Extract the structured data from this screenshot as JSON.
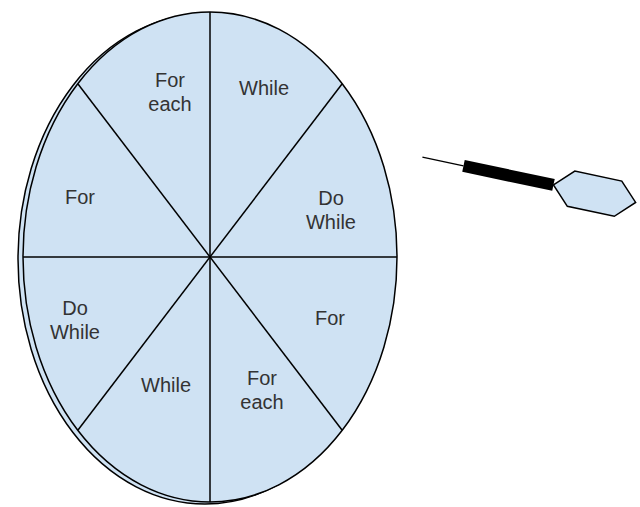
{
  "diagram": {
    "nodes": [
      {
        "text": [
          "For each"
        ]
      },
      {
        "text": [
          "While"
        ]
      },
      {
        "text": [
          "For"
        ]
      },
      {
        "text": [
          "Do While"
        ]
      },
      {
        "text": [
          "Do While"
        ]
      },
      {
        "text": [
          "For"
        ]
      },
      {
        "text": [
          "While"
        ]
      },
      {
        "text": [
          "For each"
        ]
      }
    ]
  }
}
